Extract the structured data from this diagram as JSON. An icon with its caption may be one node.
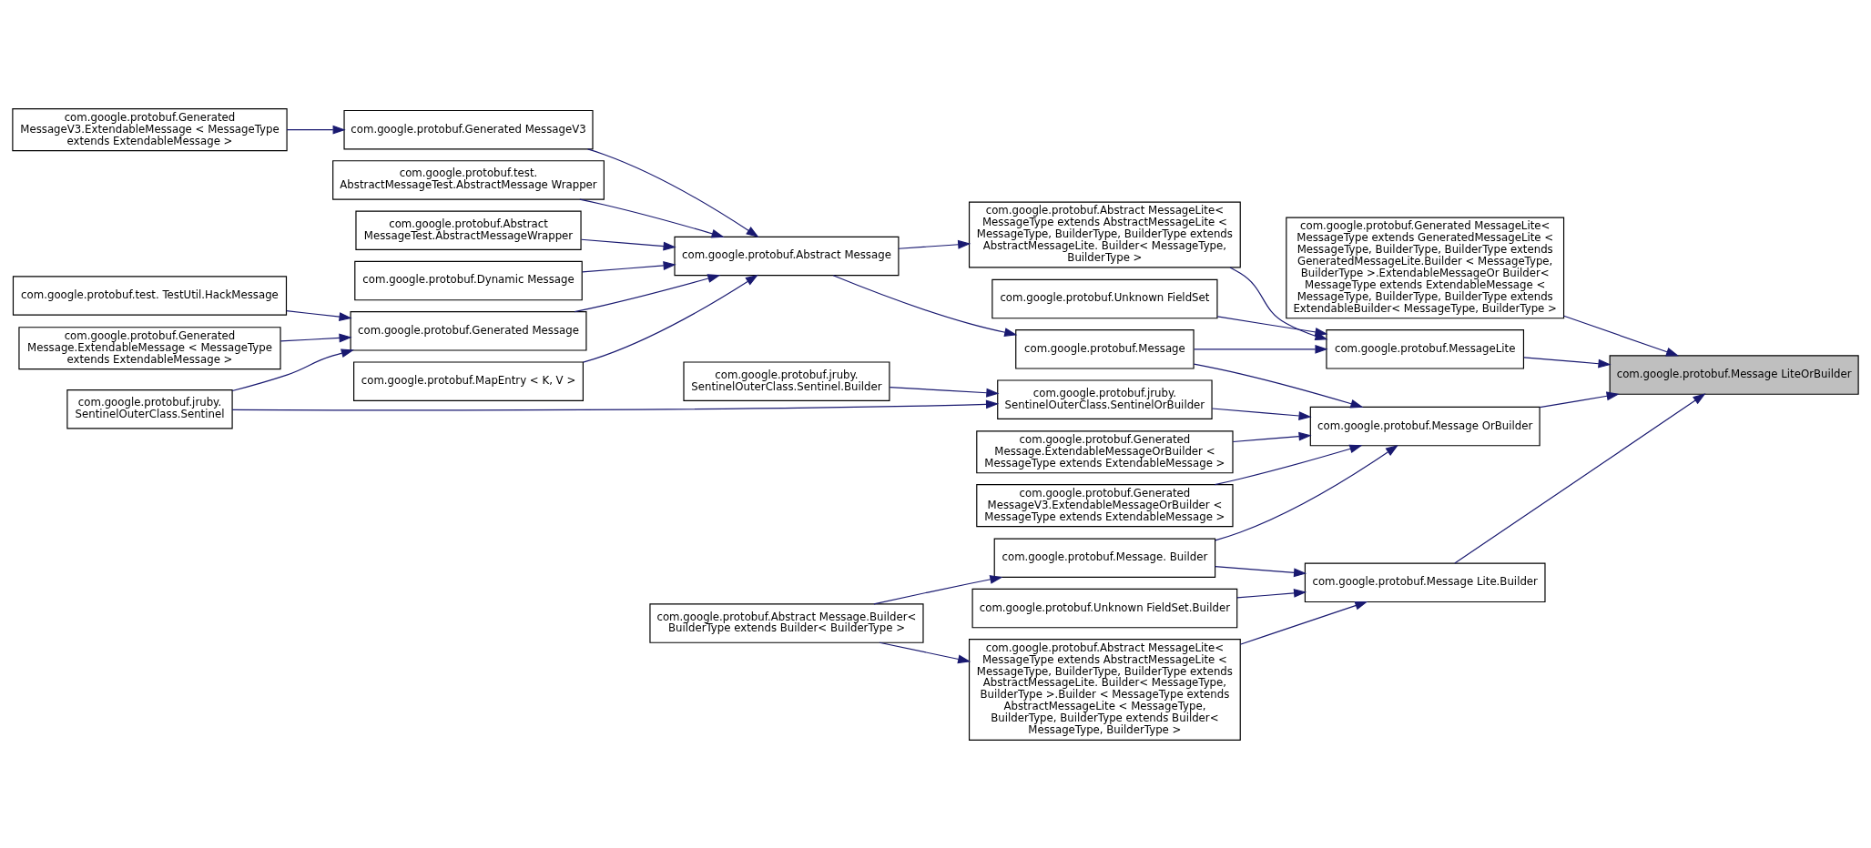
{
  "diagram": {
    "nodes": [
      {
        "text": [
          "com.google.protobuf.Message LiteOrBuilder"
        ]
      },
      {
        "text": [
          "com.google.protobuf.Generated MessageLite< MessageType extends GeneratedMessageLite < MessageType, BuilderType, BuilderType extends GeneratedMessageLite.Builder < MessageType, BuilderType >.ExtendableMessageOr Builder< MessageType extends ExtendableMessage < MessageType, BuilderType, BuilderType extends ExtendableBuilder< MessageType, BuilderType >"
        ]
      },
      {
        "text": [
          "com.google.protobuf.MessageLite"
        ]
      },
      {
        "text": [
          "com.google.protobuf.Message OrBuilder"
        ]
      },
      {
        "text": [
          "com.google.protobuf.Message Lite.Builder"
        ]
      },
      {
        "text": [
          "com.google.protobuf.Abstract MessageLite< MessageType extends AbstractMessageLite < MessageType, BuilderType, BuilderType extends AbstractMessageLite. Builder< MessageType, BuilderType >"
        ]
      },
      {
        "text": [
          "com.google.protobuf.Unknown FieldSet"
        ]
      },
      {
        "text": [
          "com.google.protobuf.Message"
        ]
      },
      {
        "text": [
          "com.google.protobuf.jruby. SentinelOuterClass.SentinelOrBuilder"
        ]
      },
      {
        "text": [
          "com.google.protobuf.Generated Message.ExtendableMessageOrBuilder < MessageType extends ExtendableMessage >"
        ]
      },
      {
        "text": [
          "com.google.protobuf.Generated MessageV3.ExtendableMessageOrBuilder < MessageType extends ExtendableMessage >"
        ]
      },
      {
        "text": [
          "com.google.protobuf.Message. Builder"
        ]
      },
      {
        "text": [
          "com.google.protobuf.Unknown FieldSet.Builder"
        ]
      },
      {
        "text": [
          "com.google.protobuf.Abstract MessageLite< MessageType extends AbstractMessageLite < MessageType, BuilderType, BuilderType extends AbstractMessageLite. Builder< MessageType, BuilderType >.Builder < MessageType extends AbstractMessageLite < MessageType, BuilderType, BuilderType extends Builder< MessageType, BuilderType >"
        ]
      },
      {
        "text": [
          "com.google.protobuf.Abstract Message"
        ]
      },
      {
        "text": [
          "com.google.protobuf.jruby. SentinelOuterClass.Sentinel.Builder"
        ]
      },
      {
        "text": [
          "com.google.protobuf.Abstract Message.Builder< BuilderType extends Builder< BuilderType >"
        ]
      },
      {
        "text": [
          "com.google.protobuf.Generated MessageV3"
        ]
      },
      {
        "text": [
          "com.google.protobuf.test. AbstractMessageTest.AbstractMessage Wrapper"
        ]
      },
      {
        "text": [
          "com.google.protobuf.Abstract MessageTest.AbstractMessageWrapper"
        ]
      },
      {
        "text": [
          "com.google.protobuf.Dynamic Message"
        ]
      },
      {
        "text": [
          "com.google.protobuf.Generated Message"
        ]
      },
      {
        "text": [
          "com.google.protobuf.MapEntry < K, V >"
        ]
      },
      {
        "text": [
          "com.google.protobuf.Generated MessageV3.ExtendableMessage < MessageType extends ExtendableMessage >"
        ]
      },
      {
        "text": [
          "com.google.protobuf.test. TestUtil.HackMessage"
        ]
      },
      {
        "text": [
          "com.google.protobuf.Generated Message.ExtendableMessage < MessageType extends ExtendableMessage >"
        ]
      },
      {
        "text": [
          "com.google.protobuf.jruby. SentinelOuterClass.Sentinel"
        ]
      }
    ],
    "edges": [
      {
        "from": 1,
        "to": 0,
        "arrow": "to"
      },
      {
        "from": 2,
        "to": 0,
        "arrow": "to"
      },
      {
        "from": 3,
        "to": 0,
        "arrow": "to"
      },
      {
        "from": 4,
        "to": 0,
        "arrow": "to"
      },
      {
        "from": 5,
        "to": 2,
        "arrow": "to"
      },
      {
        "from": 6,
        "to": 2,
        "arrow": "to"
      },
      {
        "from": 7,
        "to": 2,
        "arrow": "to"
      },
      {
        "from": 7,
        "to": 3,
        "arrow": "to"
      },
      {
        "from": 8,
        "to": 3,
        "arrow": "to"
      },
      {
        "from": 9,
        "to": 3,
        "arrow": "to"
      },
      {
        "from": 10,
        "to": 3,
        "arrow": "to"
      },
      {
        "from": 11,
        "to": 3,
        "arrow": "to"
      },
      {
        "from": 11,
        "to": 4,
        "arrow": "to"
      },
      {
        "from": 12,
        "to": 4,
        "arrow": "to"
      },
      {
        "from": 13,
        "to": 4,
        "arrow": "to"
      },
      {
        "from": 14,
        "to": 5,
        "arrow": "to"
      },
      {
        "from": 14,
        "to": 7,
        "arrow": "to"
      },
      {
        "from": 15,
        "to": 8,
        "arrow": "to"
      },
      {
        "from": 26,
        "to": 8,
        "arrow": "to"
      },
      {
        "from": 16,
        "to": 11,
        "arrow": "to"
      },
      {
        "from": 16,
        "to": 13,
        "arrow": "to"
      },
      {
        "from": 17,
        "to": 14,
        "arrow": "to"
      },
      {
        "from": 18,
        "to": 14,
        "arrow": "to"
      },
      {
        "from": 19,
        "to": 14,
        "arrow": "to"
      },
      {
        "from": 20,
        "to": 14,
        "arrow": "to"
      },
      {
        "from": 21,
        "to": 14,
        "arrow": "to"
      },
      {
        "from": 22,
        "to": 14,
        "arrow": "to"
      },
      {
        "from": 23,
        "to": 17,
        "arrow": "to"
      },
      {
        "from": 24,
        "to": 21,
        "arrow": "to"
      },
      {
        "from": 25,
        "to": 21,
        "arrow": "to"
      },
      {
        "from": 26,
        "to": 21,
        "arrow": "to"
      }
    ]
  }
}
